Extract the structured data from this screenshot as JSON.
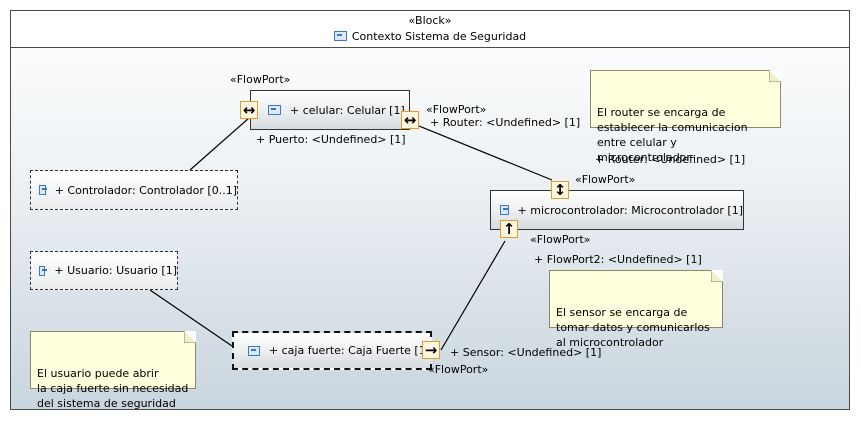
{
  "frame": {
    "stereotype": "«Block»",
    "title": "Contexto Sistema de Seguridad"
  },
  "parts": {
    "celular": "+ celular: Celular [1]",
    "controlador": "+ Controlador: Controlador [0..1]",
    "usuario": "+ Usuario: Usuario [1]",
    "microcontrolador": "+ microcontrolador: Microcontrolador [1]",
    "caja_fuerte": "+ caja fuerte: Caja Fuerte [1]"
  },
  "port_labels": {
    "celular_puerto_stereo": "«FlowPort»",
    "celular_puerto": "+ Puerto: <Undefined> [1]",
    "celular_router_stereo": "«FlowPort»",
    "celular_router": "+ Router: <Undefined> [1]",
    "micro_router": "+ Router: <Undefined> [1]",
    "micro_router_stereo": "«FlowPort»",
    "micro_port2_stereo": "«FlowPort»",
    "micro_port2": "+ FlowPort2: <Undefined> [1]",
    "caja_sensor": "+ Sensor: <Undefined> [1]",
    "caja_sensor_stereo": "«FlowPort»"
  },
  "notes": {
    "router": "El router se encarga de\nestablecer la comunicacion\nentre celular y microcontrolador",
    "sensor": "El sensor se encarga de\ntomar datos y comunicarlos\nal microcontrolador",
    "usuario": "El usuario puede abrir\nla caja fuerte sin necesidad\ndel sistema de seguridad"
  },
  "icons": {
    "port_bidirectional_h": "↔",
    "port_bidirectional_v": "↕",
    "port_in_up": "↑",
    "port_out_right": "→"
  },
  "colors": {
    "port_border": "#e39a2f",
    "note_fill": "#ffffdd",
    "part_icon": "#3a78c4"
  }
}
